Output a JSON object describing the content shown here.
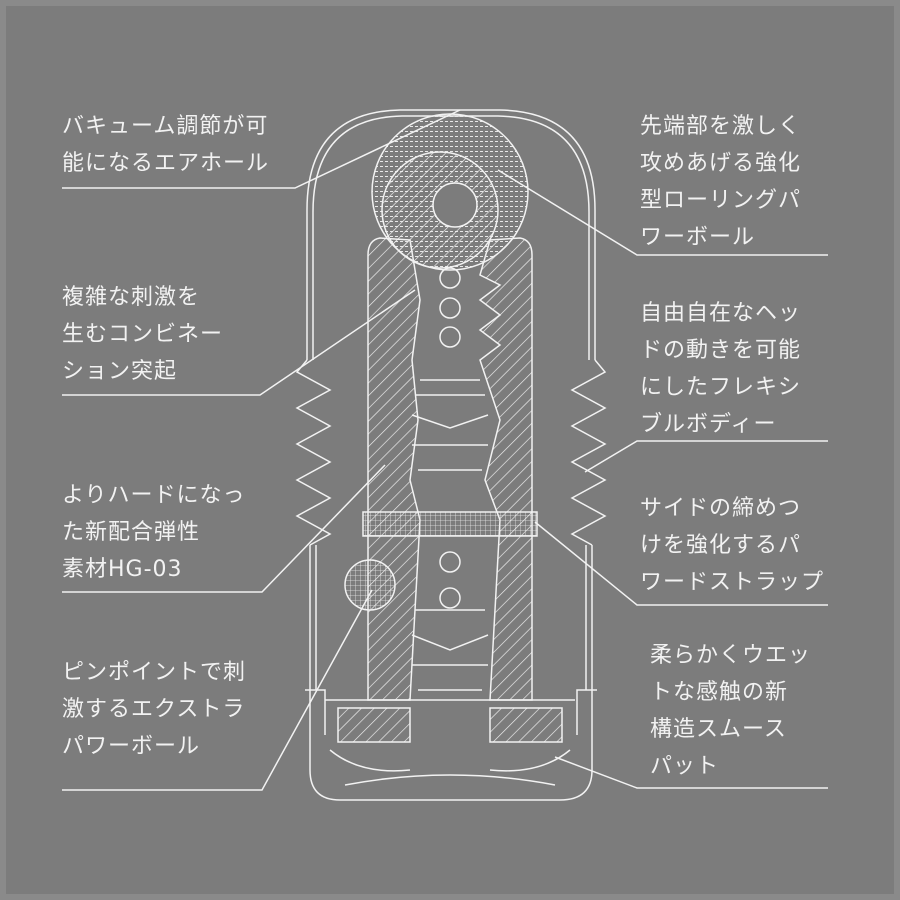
{
  "colors": {
    "background": "#7c7c7c",
    "line": "#f2f2f2"
  },
  "left_labels": [
    {
      "id": "air-hole",
      "lines": [
        "バキューム調節が可",
        "能になるエアホール"
      ]
    },
    {
      "id": "combination-nubs",
      "lines": [
        "複雑な刺激を",
        "生むコンビネー",
        "ション突起"
      ]
    },
    {
      "id": "material",
      "lines": [
        "よりハードになっ",
        "た新配合弾性",
        "素材HG-03"
      ]
    },
    {
      "id": "extra-power-ball",
      "lines": [
        "ピンポイントで刺",
        "激するエクストラ",
        "パワーボール"
      ]
    }
  ],
  "right_labels": [
    {
      "id": "rolling-power-ball",
      "lines": [
        "先端部を激しく",
        "攻めあげる強化",
        "型ローリングパ",
        "ワーボール"
      ]
    },
    {
      "id": "flexible-body",
      "lines": [
        "自由自在なヘッ",
        "ドの動きを可能",
        "にしたフレキシ",
        "ブルボディー"
      ]
    },
    {
      "id": "power-strap",
      "lines": [
        "サイドの締めつ",
        "けを強化するパ",
        "ワードストラップ"
      ]
    },
    {
      "id": "smooth-pad",
      "lines": [
        "柔らかくウエッ",
        "トな感触の新",
        "構造スムース",
        "パット"
      ]
    }
  ]
}
